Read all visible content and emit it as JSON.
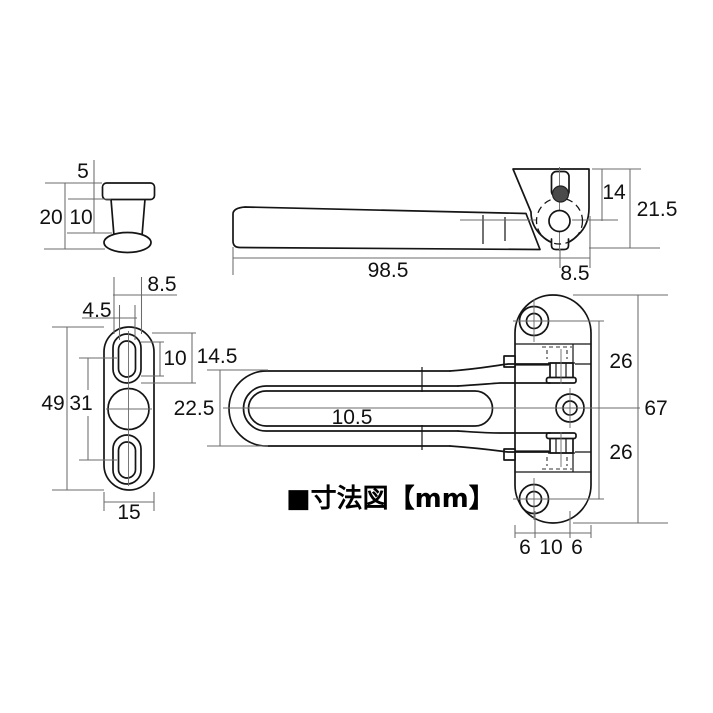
{
  "caption": "■寸法図【mm】",
  "colors": {
    "outline": "#151515",
    "dim_line": "#6b6b6b",
    "pin_fill": "#4a4a4a",
    "background": "#ffffff"
  },
  "views": {
    "knob_side": {
      "cap_height": "5",
      "stem_height": "10",
      "total_height": "20"
    },
    "lever_side": {
      "arm_length": "98.5",
      "center_to_edge": "8.5",
      "top_to_center": "14",
      "head_height": "21.5"
    },
    "plate_front": {
      "slot_outer_width": "8.5",
      "slot_inner_width": "4.5",
      "slot_inner_height": "10",
      "slot_outer_height": "14.5",
      "total_height": "49",
      "slot_spacing": "31",
      "width": "15"
    },
    "bar_front": {
      "bar_height": "22.5",
      "opening_height": "10.5"
    },
    "body_front": {
      "upper_hole_spacing": "26",
      "lower_hole_spacing": "26",
      "total_height": "67",
      "left_edge": "6",
      "hole_spacing": "10",
      "right_edge": "6"
    }
  }
}
